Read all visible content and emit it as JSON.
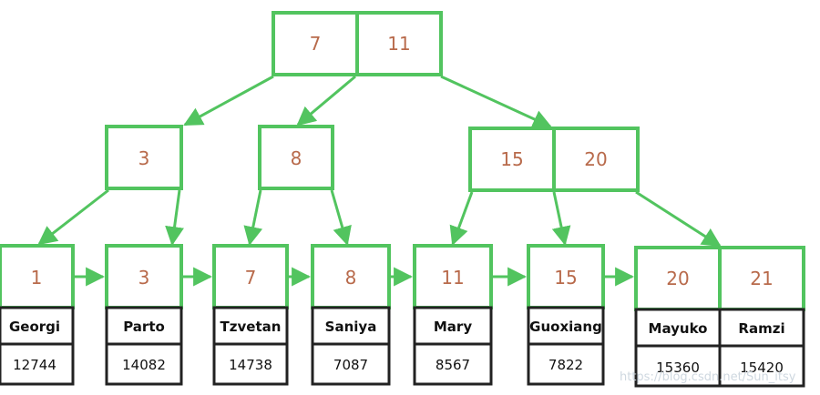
{
  "root": {
    "keys": [
      "7",
      "11"
    ]
  },
  "internal": [
    {
      "keys": [
        "3"
      ]
    },
    {
      "keys": [
        "8"
      ]
    },
    {
      "keys": [
        "15",
        "20"
      ]
    }
  ],
  "leaves": [
    {
      "keys": [
        "1"
      ],
      "records": [
        {
          "name": "Georgi",
          "id": "12744"
        }
      ]
    },
    {
      "keys": [
        "3"
      ],
      "records": [
        {
          "name": "Parto",
          "id": "14082"
        }
      ]
    },
    {
      "keys": [
        "7"
      ],
      "records": [
        {
          "name": "Tzvetan",
          "id": "14738"
        }
      ]
    },
    {
      "keys": [
        "8"
      ],
      "records": [
        {
          "name": "Saniya",
          "id": "7087"
        }
      ]
    },
    {
      "keys": [
        "11"
      ],
      "records": [
        {
          "name": "Mary",
          "id": "8567"
        }
      ]
    },
    {
      "keys": [
        "15"
      ],
      "records": [
        {
          "name": "Guoxiang",
          "id": "7822"
        }
      ]
    },
    {
      "keys": [
        "20",
        "21"
      ],
      "records": [
        {
          "name": "Mayuko",
          "id": "15360"
        },
        {
          "name": "Ramzi",
          "id": "15420"
        }
      ]
    }
  ],
  "watermark": "https://blog.csdn.net/Sun_itsy",
  "colors": {
    "node": "#52c45f",
    "key": "#b86a4b",
    "record_border": "#222222"
  }
}
